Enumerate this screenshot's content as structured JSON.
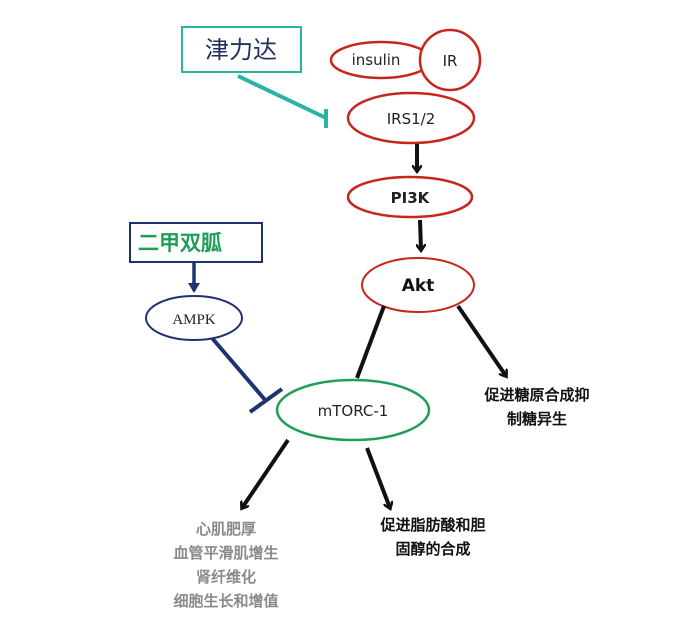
{
  "drugs": {
    "jinlida": "津力达",
    "metformin": "二甲双胍"
  },
  "nodes": {
    "insulin": "insulin",
    "ir": "IR",
    "irs": "IRS1/2",
    "pi3k": "PI3K",
    "akt": "Akt",
    "ampk": "AMPK",
    "mtorc": "mTORC-1"
  },
  "effects": {
    "akt_effect": [
      "促进糖原合成抑",
      "制糖异生"
    ],
    "lipid_effect": [
      "促进脂肪酸和胆",
      "固醇的合成"
    ],
    "growth_effect": [
      "心肌肥厚",
      "血管平滑肌增生",
      "肾纤维化",
      "细胞生长和增值"
    ]
  },
  "colors": {
    "red": "#c8261d",
    "teal": "#2bb5a0",
    "navy": "#1f3370",
    "green": "#1f9e57",
    "gray": "#8a8a8a"
  }
}
